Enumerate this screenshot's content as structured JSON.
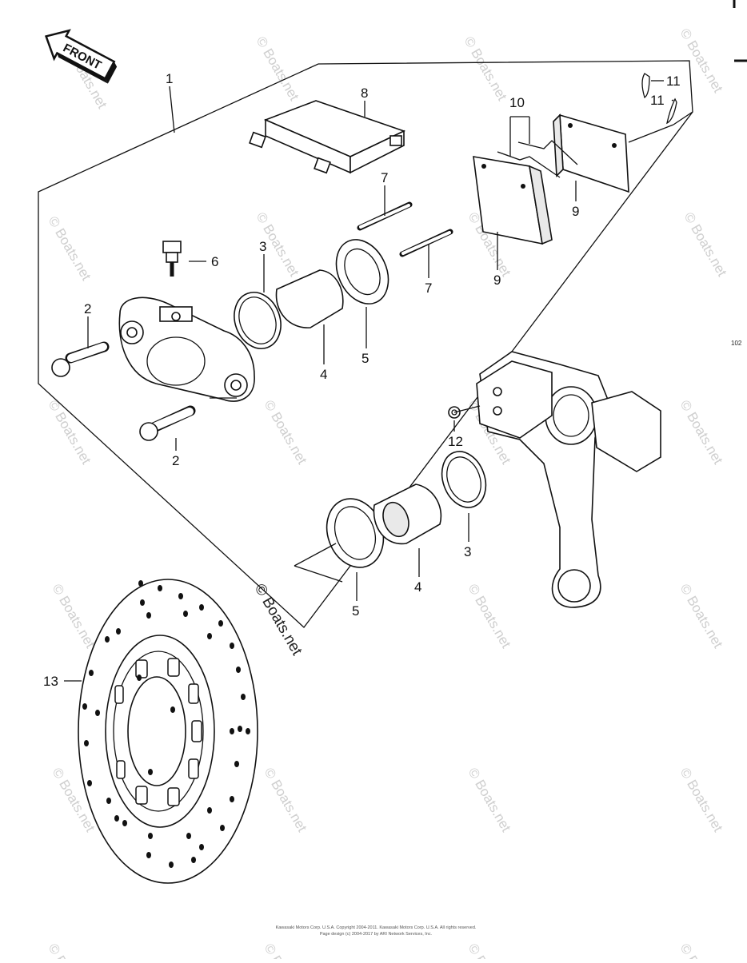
{
  "diagram": {
    "front_label": "FRONT",
    "page_number": "102",
    "watermark": "© Boats.net",
    "callouts": [
      "1",
      "2",
      "2",
      "3",
      "3",
      "4",
      "4",
      "5",
      "5",
      "6",
      "7",
      "7",
      "8",
      "9",
      "9",
      "10",
      "11",
      "11",
      "12",
      "13"
    ]
  },
  "footer": {
    "line1": "Kawasaki Motors Corp. U.S.A. Copyright 2004-2011. Kawasaki Motors Corp. U.S.A. All rights reserved.",
    "line2": "Page design (c) 2004-2017 by ARI Network Services, Inc."
  }
}
